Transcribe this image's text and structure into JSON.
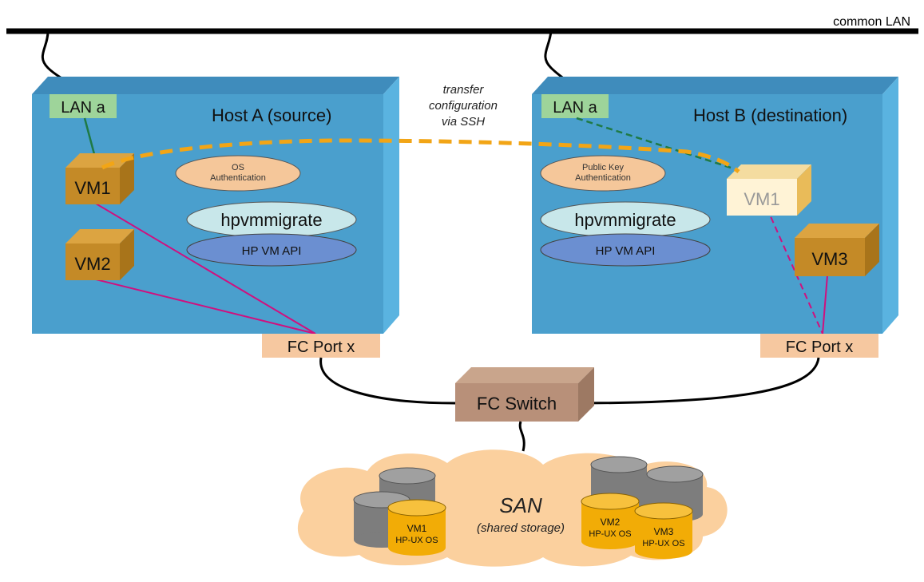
{
  "lan_label": "common LAN",
  "transfer_note": [
    "transfer",
    "configuration",
    "via SSH"
  ],
  "host_a": {
    "title": "Host A (source)",
    "lan_label": "LAN a",
    "auth": [
      "OS",
      "Authentication"
    ],
    "migrate": "hpvmmigrate",
    "api": "HP VM API",
    "vm1": "VM1",
    "vm2": "VM2",
    "fc_port": "FC Port x"
  },
  "host_b": {
    "title": "Host B (destination)",
    "lan_label": "LAN a",
    "auth": [
      "Public Key",
      "Authentication"
    ],
    "migrate": "hpvmmigrate",
    "api": "HP VM API",
    "vm1": "VM1",
    "vm3": "VM3",
    "fc_port": "FC Port x"
  },
  "fc_switch": "FC Switch",
  "san": {
    "title": "SAN",
    "subtitle": "(shared storage)",
    "disks": [
      {
        "vm": "VM1",
        "os": "HP-UX OS"
      },
      {
        "vm": "VM2",
        "os": "HP-UX OS"
      },
      {
        "vm": "VM3",
        "os": "HP-UX OS"
      }
    ]
  },
  "colors": {
    "host_face": "#4a9fcd",
    "host_top": "#3f8cbc",
    "host_side": "#5ab3e0",
    "vm_box": "#c48a27",
    "lan_badge": "#9ed49a",
    "port_badge": "#f6c8a0",
    "auth_ellipse": "#f5c79a",
    "migrate_ellipse": "#c8e7ea",
    "api_ellipse": "#6b8fd1",
    "transfer_line": "#f2a516",
    "fc_link": "#d0107e",
    "cloud": "#fbd09e",
    "disk_gray": "#7d7d7d",
    "disk_gold": "#f2ac06"
  }
}
